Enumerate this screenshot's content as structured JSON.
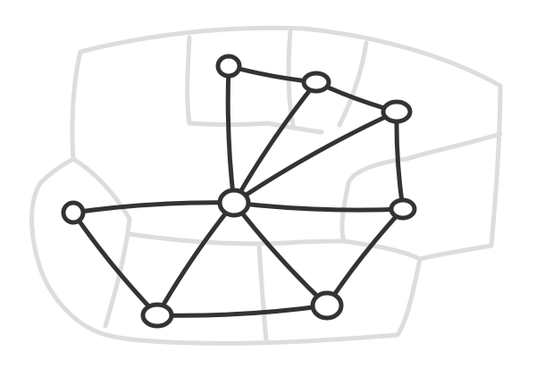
{
  "diagram": {
    "colors": {
      "background": "#ffffff",
      "region_border": "#dddddd",
      "graph_stroke": "#333333",
      "node_fill": "#ffffff"
    },
    "node_ids": [
      "n1",
      "n2",
      "n3",
      "n4",
      "n5",
      "n6",
      "n7",
      "n8"
    ],
    "edges": [
      [
        "n1",
        "n2"
      ],
      [
        "n1",
        "n4"
      ],
      [
        "n2",
        "n3"
      ],
      [
        "n2",
        "n4"
      ],
      [
        "n3",
        "n4"
      ],
      [
        "n3",
        "n5"
      ],
      [
        "n4",
        "n5"
      ],
      [
        "n4",
        "n6"
      ],
      [
        "n4",
        "n7"
      ],
      [
        "n4",
        "n8"
      ],
      [
        "n5",
        "n8"
      ],
      [
        "n6",
        "n7"
      ],
      [
        "n7",
        "n8"
      ]
    ]
  }
}
